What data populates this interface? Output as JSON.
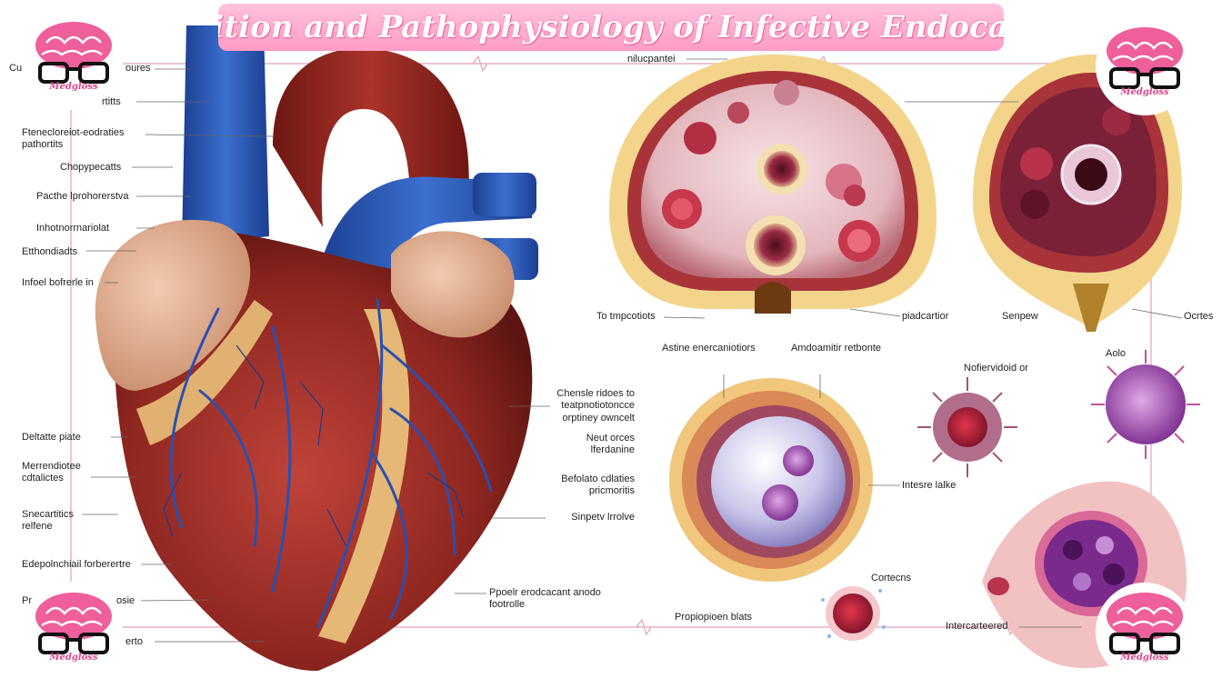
{
  "title": "Definition and Pathophysiology of Infective Endocarditis",
  "brand": "Medgloss",
  "colors": {
    "banner": "#ff9cc6",
    "brain": "#ee5f9c",
    "vessel": "#2a57b8",
    "muscle": "#9c2a24",
    "fat": "#e9c07a"
  },
  "left_labels": [
    "Cu",
    "oures",
    "rtitts",
    "Ftenecloreiot-eodraties",
    "pathortits",
    "Chopypecatts",
    "Pacthe lprohorerstva",
    "Inhotnorrnariolat",
    "Etthondiadts",
    "Infoel bofrerle in",
    "Deltatte piate",
    "Merrendiotee",
    "cdtalictes",
    "Snecartitics",
    "relfene",
    "Edepolnchiail forberertre",
    "Pr",
    "osie",
    "erto"
  ],
  "center_labels": [
    "Chensle ridoes to",
    "teatpnotiotoncce",
    "orptiney owncelt",
    "Neut orces",
    "lferdanine",
    "Befolato cdlaties",
    "pricmoritis",
    "Sinpetv lrrolve",
    "Ppoelr erodcacant anodo",
    "footrolle"
  ],
  "right_labels": [
    "nilucpantei",
    "To tmpcotiots",
    "piadcartior",
    "Senpew",
    "Ocrtes",
    "Astine enercaniotiors",
    "Amdoamitir retbonte",
    "Nofiervidoid or",
    "Aolo",
    "Intesre lalke",
    "Cortecns",
    "Propiopioen blats",
    "Intercarteered"
  ]
}
